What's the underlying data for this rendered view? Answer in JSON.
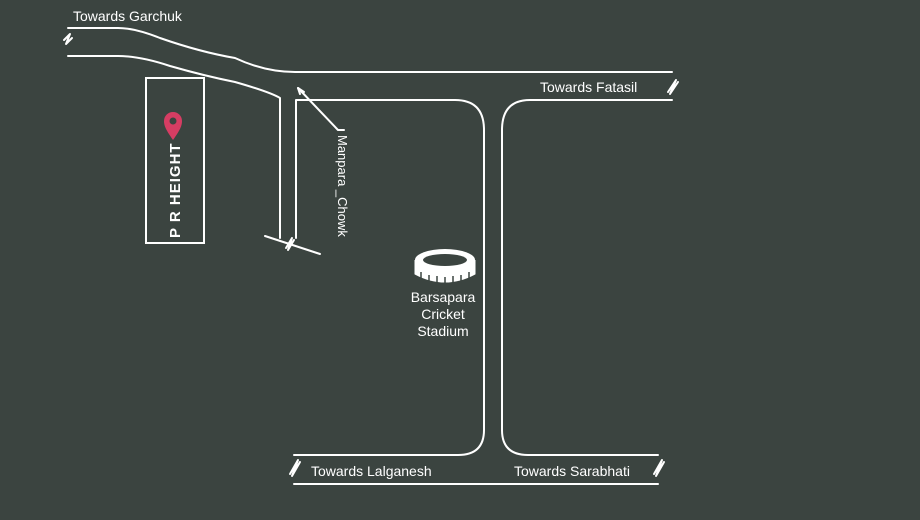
{
  "labels": {
    "towards_garchuk": "Towards Garchuk",
    "towards_fatasil": "Towards Fatasil",
    "towards_lalganesh": "Towards Lalganesh",
    "towards_sarabhati": "Towards Sarabhati",
    "manpara_chowk": "Manpara _Chowk",
    "pr_height": "P R HEIGHT",
    "stadium_line1": "Barsapara",
    "stadium_line2": "Cricket",
    "stadium_line3": "Stadium"
  },
  "icons": {
    "location_pin": "location-pin-icon",
    "stadium": "stadium-icon"
  },
  "colors": {
    "background": "#3b4440",
    "road": "#ffffff",
    "pin": "#d63d63"
  }
}
